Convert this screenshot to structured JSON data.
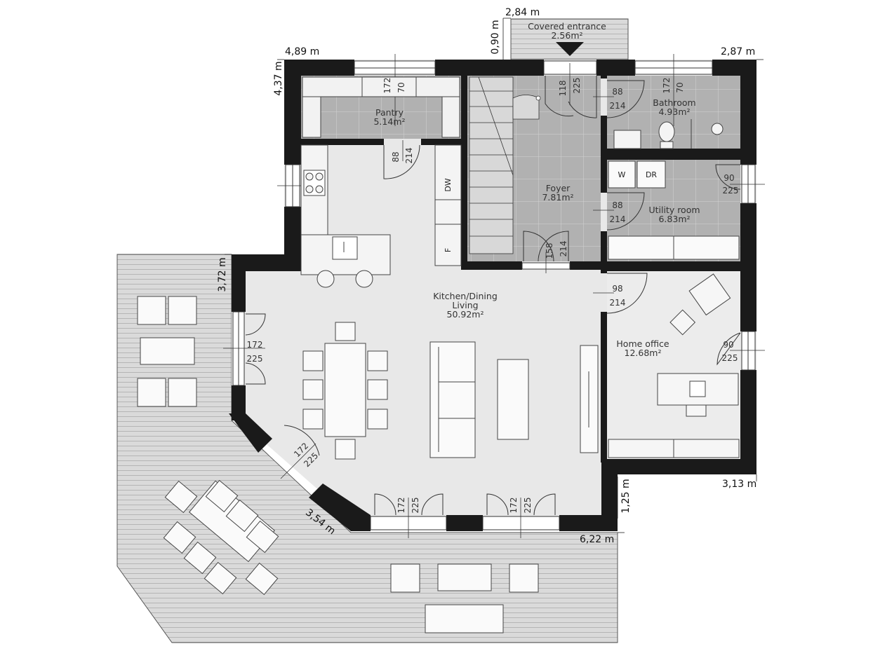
{
  "plan": {
    "rooms": {
      "covered_entrance": {
        "name": "Covered entrance",
        "area": "2.56m²"
      },
      "pantry": {
        "name": "Pantry",
        "area": "5.14m²"
      },
      "bathroom": {
        "name": "Bathroom",
        "area": "4.93m²"
      },
      "foyer": {
        "name": "Foyer",
        "area": "7.81m²"
      },
      "utility": {
        "name": "Utility room",
        "area": "6.83m²"
      },
      "kitchen": {
        "name": "Kitchen/Dining",
        "name2": "Living",
        "area": "50.92m²"
      },
      "office": {
        "name": "Home office",
        "area": "12.68m²"
      }
    },
    "dimensions": {
      "top_entrance": "2,84 m",
      "entrance_depth": "0,90 m",
      "top_left": "4,89 m",
      "top_right": "2,87 m",
      "left_upper": "4,37 m",
      "left_mid": "3,72 m",
      "diagonal": "3,54 m",
      "right_low": "1,25 m",
      "office_right": "3,13 m",
      "bottom_right": "6,22 m"
    },
    "openings": {
      "pantry_window": [
        "172",
        "70"
      ],
      "bath_window": [
        "172",
        "70"
      ],
      "entrance_door": [
        "118",
        "225"
      ],
      "bath_door": [
        "88",
        "214"
      ],
      "pantry_door": [
        "88",
        "214"
      ],
      "utility_door": [
        "88",
        "214"
      ],
      "utility_window": [
        "90",
        "225"
      ],
      "foyer_door": [
        "158",
        "214"
      ],
      "office_door": [
        "98",
        "214"
      ],
      "office_window": [
        "90",
        "225"
      ],
      "living_left_door": [
        "172",
        "225"
      ],
      "diag_door": [
        "172",
        "225"
      ],
      "bottom_door_1": [
        "172",
        "225"
      ],
      "bottom_door_2": [
        "172",
        "225"
      ]
    },
    "appliances": {
      "washer": "W",
      "dryer": "DR",
      "dishwasher": "DW",
      "fridge": "F"
    },
    "colors": {
      "wall": "#1a1a1a",
      "tile": "#b3b3b3",
      "floor": "#e6e6e6",
      "deck": "#d9d9d9"
    }
  }
}
